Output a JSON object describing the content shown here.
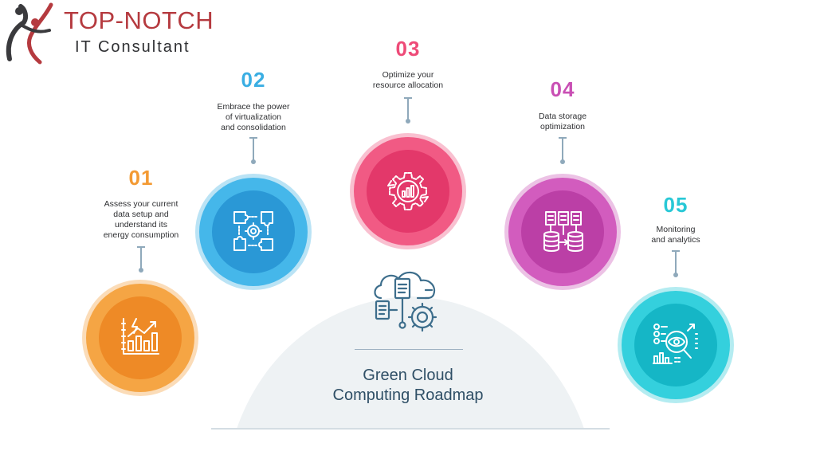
{
  "brand": {
    "line1": "TOP-NOTCH",
    "line2": "IT Consultant"
  },
  "hub": {
    "title_line1": "Green Cloud",
    "title_line2": "Computing Roadmap",
    "icon": "cloud-computing-gear-icon"
  },
  "steps": [
    {
      "number": "01",
      "lines": [
        "Assess your current",
        "data setup and",
        "understand its",
        "energy consumption"
      ],
      "color": "#f39a33",
      "icon": "energy-chart-icon"
    },
    {
      "number": "02",
      "lines": [
        "Embrace the power",
        "of virtualization",
        "and consolidation"
      ],
      "color": "#3aaee3",
      "icon": "puzzle-gear-icon"
    },
    {
      "number": "03",
      "lines": [
        "Optimize your",
        "resource allocation"
      ],
      "color": "#ee4b78",
      "icon": "gear-bar-chart-icon"
    },
    {
      "number": "04",
      "lines": [
        "Data storage",
        "optimization"
      ],
      "color": "#c94fb4",
      "icon": "database-storage-icon"
    },
    {
      "number": "05",
      "lines": [
        "Monitoring",
        "and analytics"
      ],
      "color": "#28c8d6",
      "icon": "monitoring-eye-icon"
    }
  ]
}
